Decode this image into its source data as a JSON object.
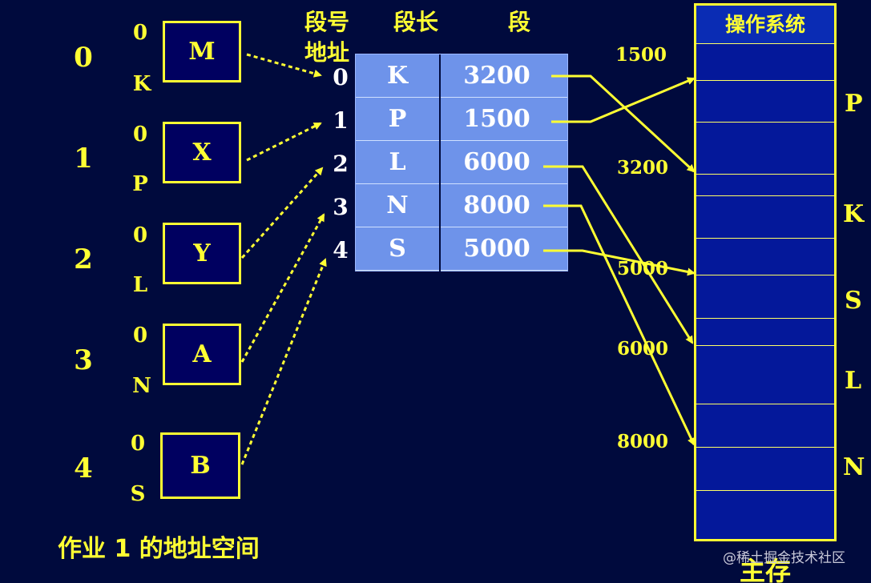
{
  "segments": [
    {
      "index": "0",
      "start": "0",
      "end": "K",
      "name": "M"
    },
    {
      "index": "1",
      "start": "0",
      "end": "P",
      "name": "X"
    },
    {
      "index": "2",
      "start": "0",
      "end": "L",
      "name": "Y"
    },
    {
      "index": "3",
      "start": "0",
      "end": "N",
      "name": "A"
    },
    {
      "index": "4",
      "start": "0",
      "end": "S",
      "name": "B"
    }
  ],
  "caption": "作业 1 的地址空间",
  "table": {
    "header_segnum": "段号",
    "header_addr": "地址",
    "header_length": "段长",
    "header_base": "段",
    "rows": [
      {
        "index": "0",
        "length": "K",
        "base": "3200"
      },
      {
        "index": "1",
        "length": "P",
        "base": "1500"
      },
      {
        "index": "2",
        "length": "L",
        "base": "6000"
      },
      {
        "index": "3",
        "length": "N",
        "base": "8000"
      },
      {
        "index": "4",
        "length": "S",
        "base": "5000"
      }
    ]
  },
  "memory": {
    "os_label": "操作系统",
    "caption": "主存",
    "addresses": [
      "1500",
      "3200",
      "5000",
      "6000",
      "8000"
    ],
    "segment_labels": [
      "P",
      "K",
      "S",
      "L",
      "N"
    ]
  },
  "watermark": "@稀土掘金技术社区",
  "colors": {
    "background": "#000a3d",
    "accent": "#ffff33",
    "table_fill": "#6e93ea",
    "memory_fill": "#04189a"
  }
}
